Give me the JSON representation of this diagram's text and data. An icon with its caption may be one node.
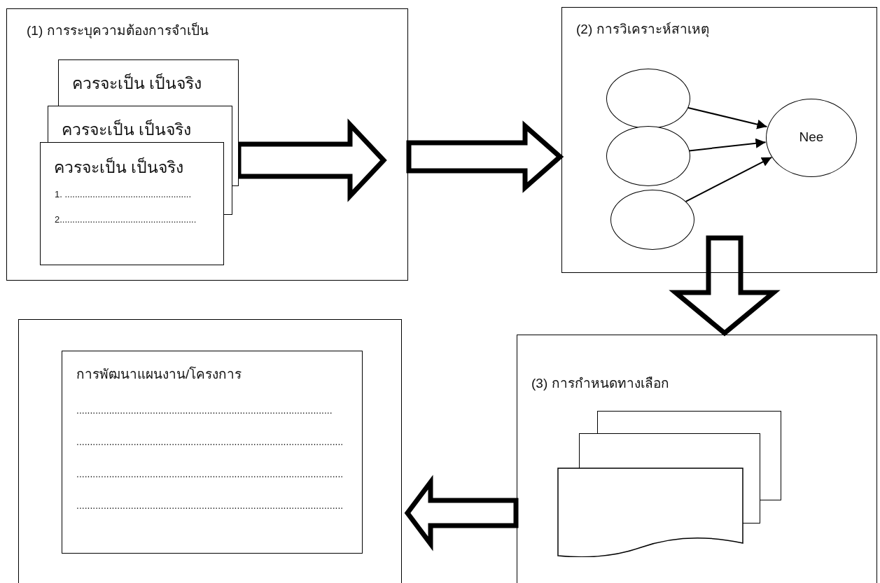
{
  "diagram": {
    "nodes": [
      {
        "text": [
          "(1) การระบุความต้องการจำเป็น"
        ]
      },
      {
        "text": [
          "ควรจะเป็น เป็นจริง"
        ],
        "in": 0
      },
      {
        "text": [
          "ควรจะเป็น เป็นจริง"
        ],
        "in": 0
      },
      {
        "text": [
          "ควรจะเป็น เป็นจริง",
          "1. ..................................................",
          "2......................................................"
        ],
        "in": 0
      },
      {
        "text": [
          "(2) การวิเคราะห์สาเหตุ"
        ]
      },
      {
        "text": [],
        "shape": "circle",
        "in": 4
      },
      {
        "text": [],
        "shape": "circle",
        "in": 4
      },
      {
        "text": [],
        "shape": "circle",
        "in": 4
      },
      {
        "text": [
          "Nee"
        ],
        "in": 4
      },
      {
        "text": [
          "(3) การกำหนดทางเลือก"
        ]
      },
      {
        "text": [],
        "shape": "box",
        "in": 9
      },
      {
        "text": [],
        "shape": "box",
        "in": 9
      },
      {
        "text": [],
        "shape": "document",
        "in": 9
      },
      {
        "text": [],
        "shape": "box"
      },
      {
        "text": [
          "การพัฒนาแผนงาน/โครงการ",
          "..............................................................................................",
          "..................................................................................................",
          "..................................................................................................",
          ".................................................................................................."
        ],
        "in": 13
      }
    ],
    "edges": [
      {
        "from": 1,
        "to": null,
        "arrow": "to",
        "style": "thick"
      },
      {
        "from": 0,
        "to": 4,
        "arrow": "to",
        "style": "thick"
      },
      {
        "from": 5,
        "to": 8,
        "arrow": "to"
      },
      {
        "from": 6,
        "to": 8,
        "arrow": "to"
      },
      {
        "from": 7,
        "to": 8,
        "arrow": "to"
      },
      {
        "from": 4,
        "to": 9,
        "arrow": "to",
        "style": "thick"
      },
      {
        "from": 9,
        "to": 13,
        "arrow": "to",
        "style": "thick"
      }
    ]
  }
}
